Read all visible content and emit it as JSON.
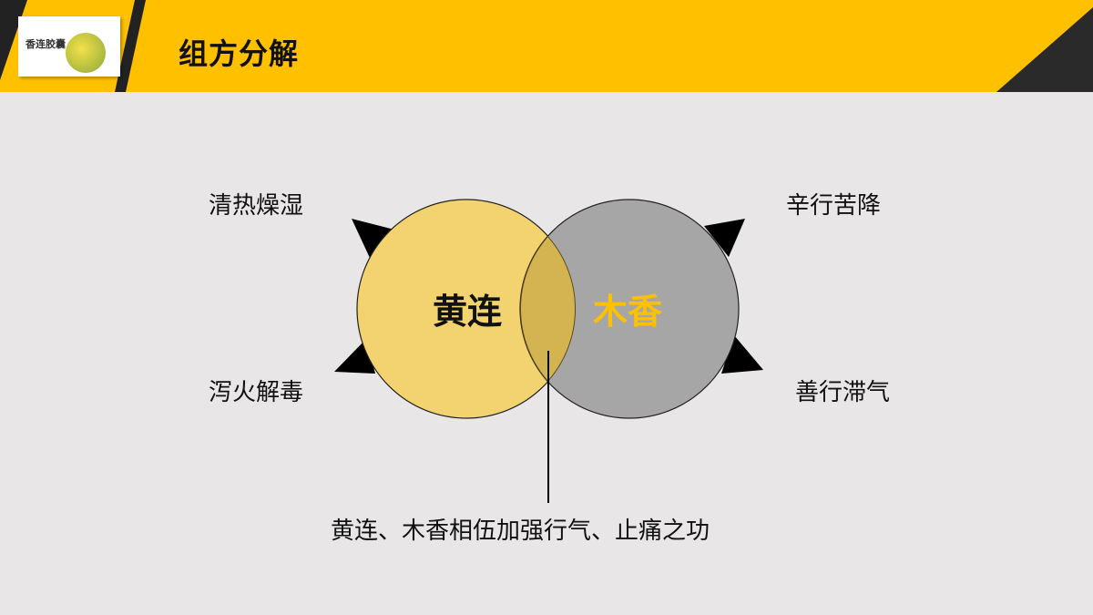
{
  "header": {
    "title": "组方分解",
    "product_name": "香连胶囊"
  },
  "venn": {
    "left": {
      "label": "黄连",
      "color": "#F3D36F"
    },
    "right": {
      "label": "木香",
      "color": "#A6A6A6",
      "text_color": "#FFC000"
    }
  },
  "labels": {
    "top_left": "清热燥湿",
    "bottom_left": "泻火解毒",
    "top_right": "辛行苦降",
    "bottom_right": "善行滞气"
  },
  "caption": "黄连、木香相伍加强行气、止痛之功"
}
